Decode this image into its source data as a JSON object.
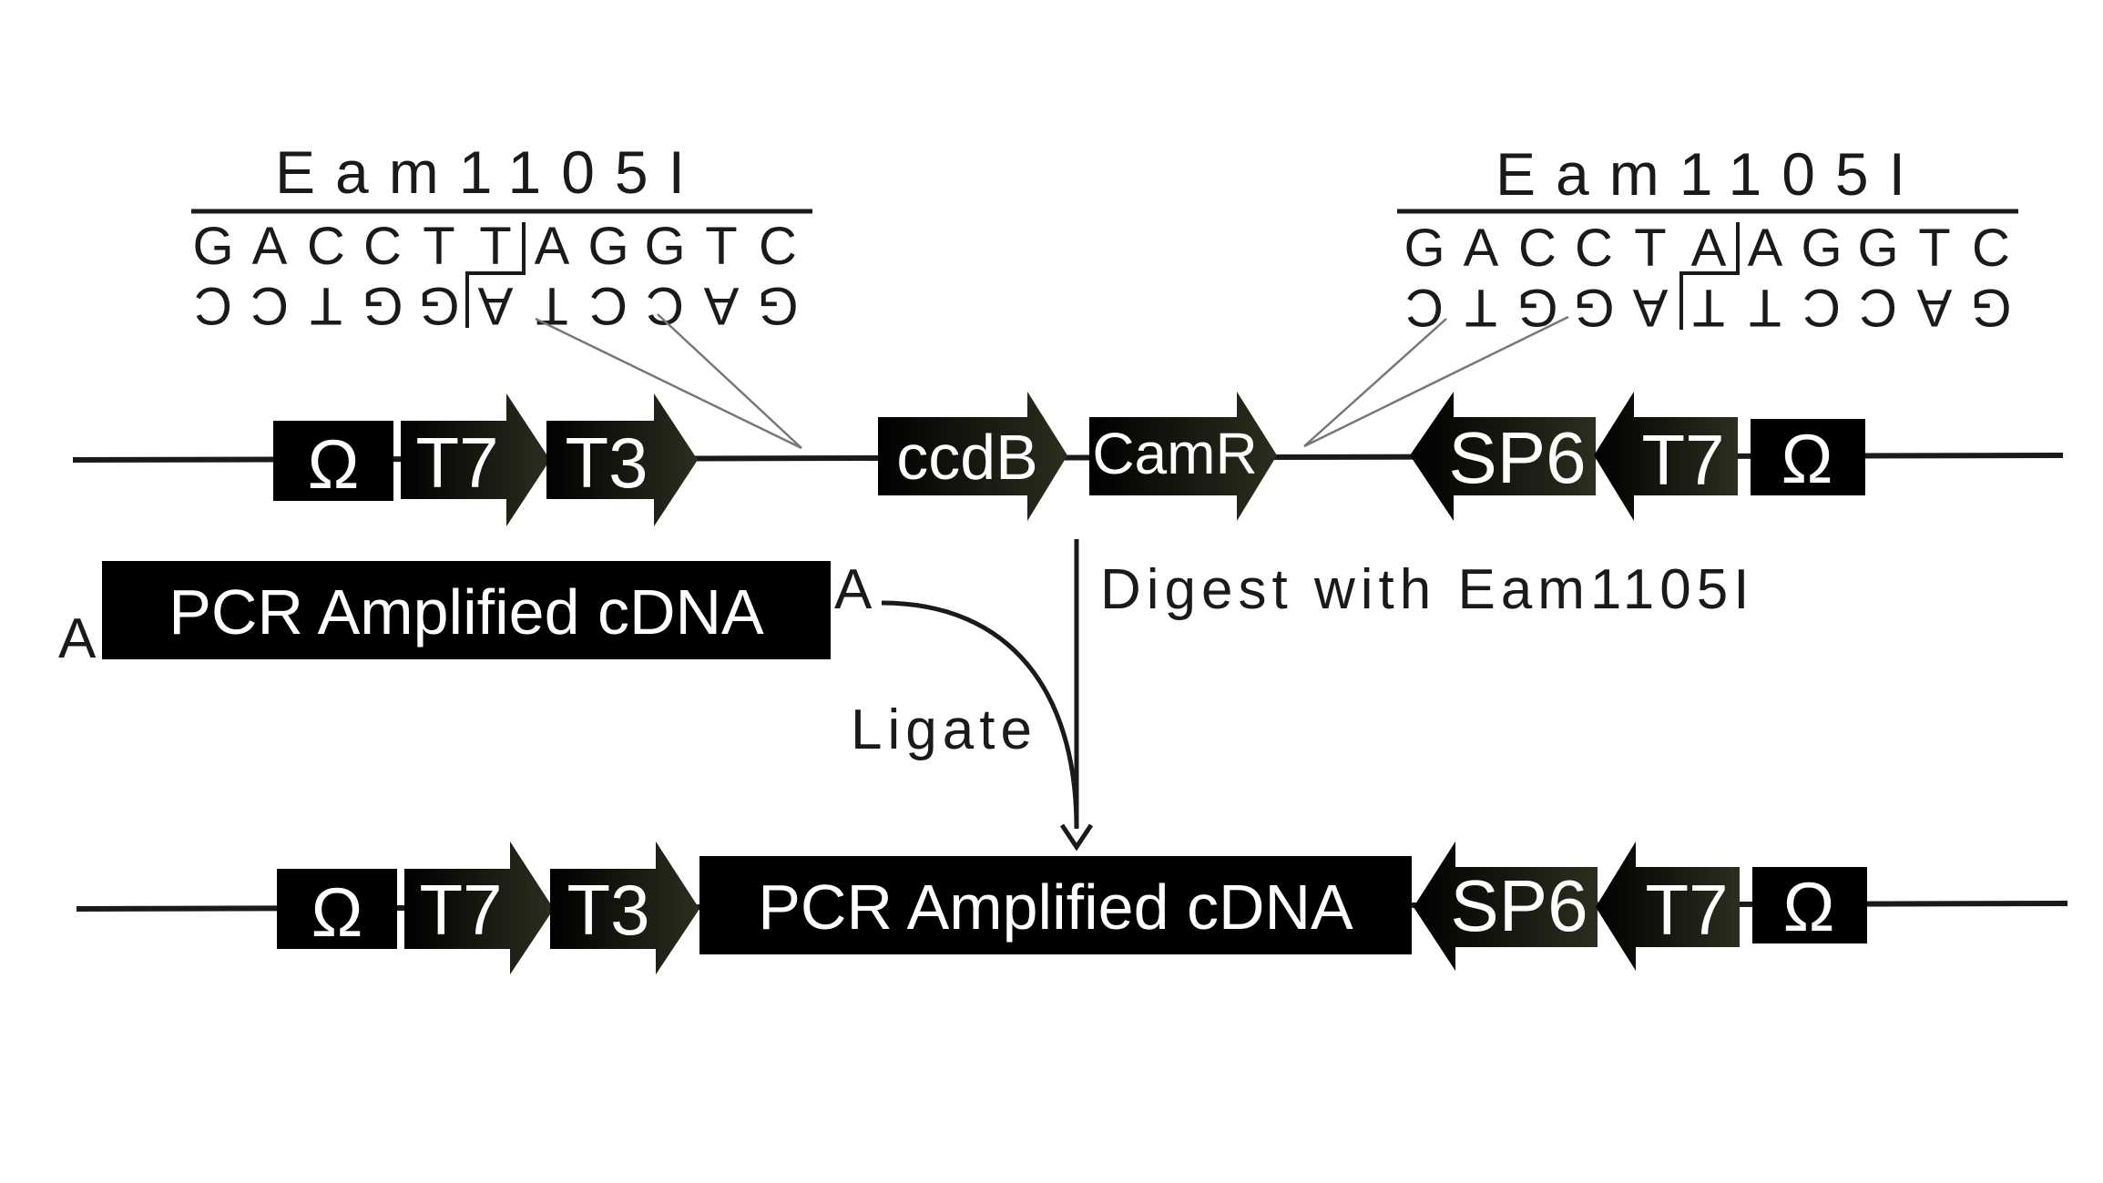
{
  "site_left": {
    "enzyme": "Eam1105I",
    "top_strand": [
      "G",
      "A",
      "C",
      "C",
      "T",
      "T",
      "A",
      "G",
      "G",
      "T",
      "C"
    ],
    "bottom_strand": [
      "G",
      "A",
      "C",
      "C",
      "T",
      "A",
      "G",
      "G",
      "T",
      "C",
      "C"
    ]
  },
  "site_right": {
    "enzyme": "Eam1105I",
    "top_strand": [
      "G",
      "A",
      "C",
      "C",
      "T",
      "A",
      "A",
      "G",
      "G",
      "T",
      "C"
    ],
    "bottom_strand": [
      "G",
      "A",
      "C",
      "C",
      "T",
      "T",
      "A",
      "G",
      "G",
      "T",
      "C"
    ]
  },
  "vector": {
    "left_omega": "Ω",
    "left_t7": "T7",
    "t3": "T3",
    "ccdb": "ccdB",
    "camr": "CamR",
    "sp6": "SP6",
    "right_t7": "T7",
    "right_omega": "Ω"
  },
  "insert": {
    "label": "PCR Amplified cDNA",
    "overhang_left": "A",
    "overhang_right": "A"
  },
  "steps": {
    "digest": "Digest with Eam1105I",
    "ligate": "Ligate"
  },
  "product": {
    "left_omega": "Ω",
    "left_t7": "T7",
    "t3": "T3",
    "insert": "PCR Amplified cDNA",
    "sp6": "SP6",
    "right_t7": "T7",
    "right_omega": "Ω"
  }
}
